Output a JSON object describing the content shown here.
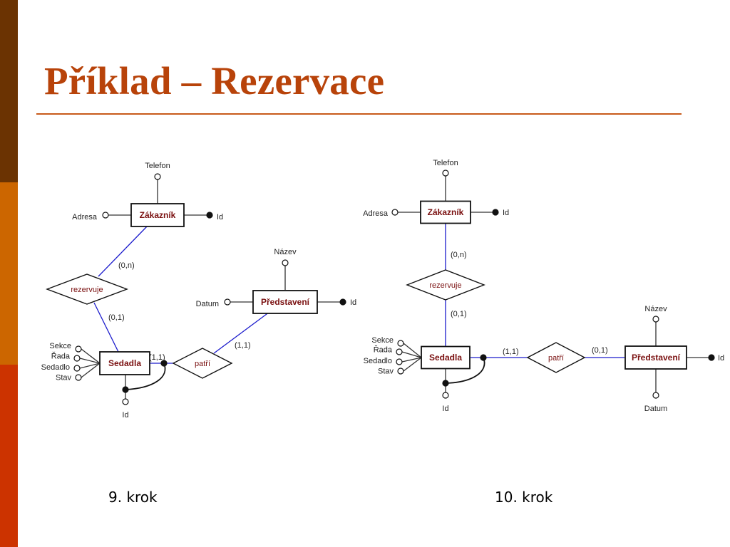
{
  "slide": {
    "title": "Příklad – Rezervace",
    "colors": {
      "title": "#b8430a",
      "rule": "#c85a1a",
      "sidebar": [
        "#6b3302",
        "#cc6600",
        "#cc3300"
      ],
      "entity_text": "#7a1010",
      "relationship_line": "#1a1acc"
    }
  },
  "diagrams": [
    {
      "caption": "9. krok",
      "entities": [
        "Zákazník",
        "Sedadla",
        "Představení"
      ],
      "relationships": [
        {
          "name": "rezervuje",
          "between": [
            "Zákazník",
            "Sedadla"
          ],
          "cardinality": [
            "(0,n)",
            "(0,1)"
          ]
        },
        {
          "name": "patří",
          "between": [
            "Sedadla",
            "Představení"
          ],
          "cardinality": [
            "(1,1)",
            "(1,1)"
          ]
        }
      ],
      "attributes": {
        "Zákazník": [
          "Telefon",
          "Adresa",
          "Id"
        ],
        "Představení": [
          "Název",
          "Datum",
          "Id"
        ],
        "Sedadla": [
          "Sekce",
          "Řada",
          "Sedadlo",
          "Stav",
          "Id"
        ]
      }
    },
    {
      "caption": "10. krok",
      "entities": [
        "Zákazník",
        "Sedadla",
        "Představení"
      ],
      "relationships": [
        {
          "name": "rezervuje",
          "between": [
            "Zákazník",
            "Sedadla"
          ],
          "cardinality": [
            "(0,n)",
            "(0,1)"
          ]
        },
        {
          "name": "patří",
          "between": [
            "Sedadla",
            "Představení"
          ],
          "cardinality": [
            "(1,1)",
            "(0,1)"
          ]
        }
      ],
      "attributes": {
        "Zákazník": [
          "Telefon",
          "Adresa",
          "Id"
        ],
        "Představení": [
          "Název",
          "Datum",
          "Id"
        ],
        "Sedadla": [
          "Sekce",
          "Řada",
          "Sedadlo",
          "Stav",
          "Id"
        ]
      }
    }
  ]
}
